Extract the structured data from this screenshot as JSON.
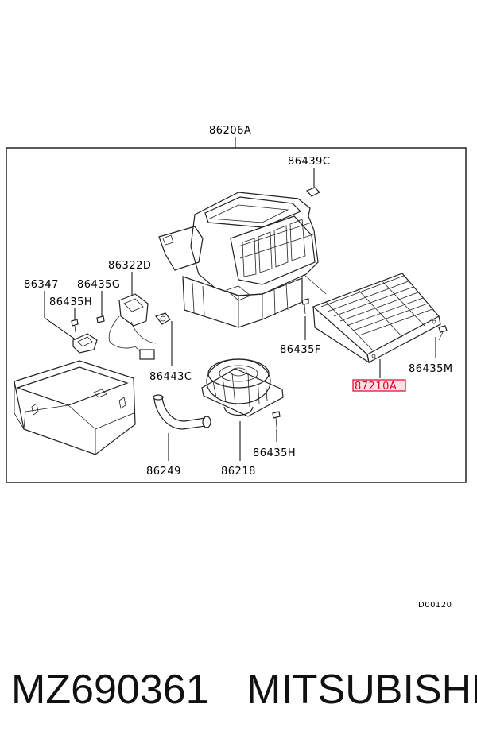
{
  "diagram": {
    "main_assembly": "86206A",
    "callouts": {
      "c86439C": "86439C",
      "c86322D": "86322D",
      "c86347": "86347",
      "c86435G": "86435G",
      "c86435H_left": "86435H",
      "c86435F": "86435F",
      "c86435M": "86435M",
      "c86443C": "86443C",
      "c87210A": "87210A",
      "c86249": "86249",
      "c86218": "86218",
      "c86435H_bottom": "86435H"
    },
    "highlight_color": "#e0002a",
    "figure_code": "D00120"
  },
  "footer": {
    "part_number": "MZ690361",
    "brand": "MITSUBISHI"
  }
}
